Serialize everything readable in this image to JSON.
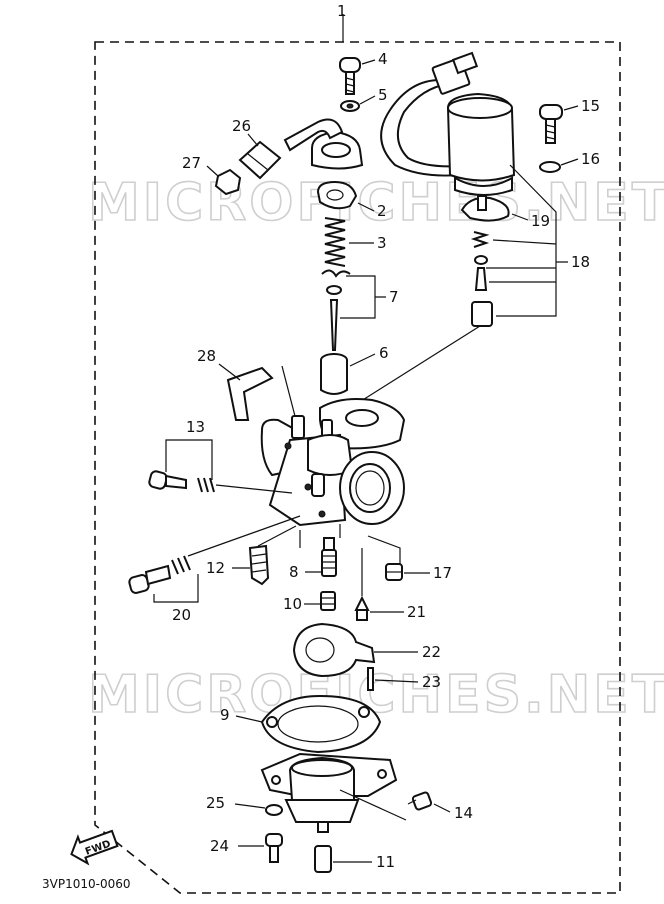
{
  "diagram": {
    "code": "3VP1010-0060",
    "watermark": "MICROFICHES.NET",
    "fwd_label": "FWD",
    "callouts": {
      "c1": "1",
      "c2": "2",
      "c3": "3",
      "c4": "4",
      "c5": "5",
      "c6": "6",
      "c7": "7",
      "c8": "8",
      "c9": "9",
      "c10": "10",
      "c11": "11",
      "c12": "12",
      "c13": "13",
      "c14": "14",
      "c15": "15",
      "c16": "16",
      "c17": "17",
      "c18": "18",
      "c19": "19",
      "c20": "20",
      "c21": "21",
      "c22": "22",
      "c23": "23",
      "c24": "24",
      "c25": "25",
      "c26": "26",
      "c27": "27",
      "c28": "28"
    }
  }
}
